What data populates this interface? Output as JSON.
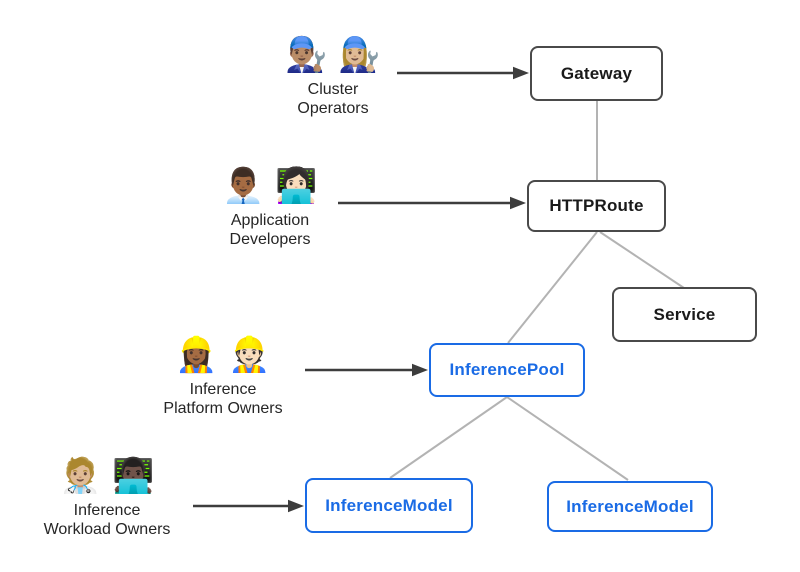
{
  "diagram": {
    "nodes": [
      {
        "id": "gateway",
        "label": "Gateway",
        "category": "gateway-api-core"
      },
      {
        "id": "httproute",
        "label": "HTTPRoute",
        "category": "gateway-api-core"
      },
      {
        "id": "service",
        "label": "Service",
        "category": "gateway-api-core"
      },
      {
        "id": "inferencepool",
        "label": "InferencePool",
        "category": "inference-extension"
      },
      {
        "id": "inferencemodel-left",
        "label": "InferenceModel",
        "category": "inference-extension"
      },
      {
        "id": "inferencemodel-right",
        "label": "InferenceModel",
        "category": "inference-extension"
      }
    ],
    "personas": [
      {
        "id": "cluster-operators",
        "emoji": "👨🏽‍🔧 👩🏼‍🔧",
        "label_line1": "Cluster",
        "label_line2": "Operators",
        "points_to": "Gateway"
      },
      {
        "id": "application-developers",
        "emoji": "👨🏾‍💼 👩🏻‍💻",
        "label_line1": "Application",
        "label_line2": "Developers",
        "points_to": "HTTPRoute"
      },
      {
        "id": "inference-platform-owners",
        "emoji": "👷🏾‍♀️ 👷🏻",
        "label_line1": "Inference",
        "label_line2": "Platform Owners",
        "points_to": "InferencePool"
      },
      {
        "id": "inference-workload-owners",
        "emoji": "🧑🏼‍⚕️ 👨🏿‍💻",
        "label_line1": "Inference",
        "label_line2": "Workload Owners",
        "points_to": "InferenceModel"
      }
    ],
    "edges": [
      {
        "from": "gateway",
        "to": "httproute"
      },
      {
        "from": "httproute",
        "to": "inferencepool"
      },
      {
        "from": "httproute",
        "to": "service"
      },
      {
        "from": "inferencepool",
        "to": "inferencemodel-left"
      },
      {
        "from": "inferencepool",
        "to": "inferencemodel-right"
      }
    ],
    "colors": {
      "core_border": "#4a4a4a",
      "core_text": "#1a1a1a",
      "inference": "#1a6be5",
      "connector": "#b3b3b3",
      "arrow": "#3d3d3d",
      "background": "#ffffff"
    }
  }
}
